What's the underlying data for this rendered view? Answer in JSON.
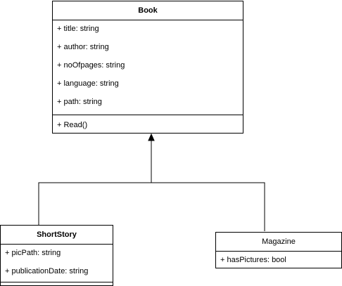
{
  "book": {
    "name": "Book",
    "attributes": [
      "+ title: string",
      "+ author: string",
      "+ noOfpages: string",
      "+ language: string",
      "+ path: string"
    ],
    "methods": [
      "+ Read()"
    ]
  },
  "short_story": {
    "name": "ShortStory",
    "attributes": [
      "+ picPath: string",
      "+ publicationDate: string"
    ]
  },
  "magazine": {
    "name": "Magazine",
    "attributes": [
      "+ hasPictures: bool"
    ]
  }
}
